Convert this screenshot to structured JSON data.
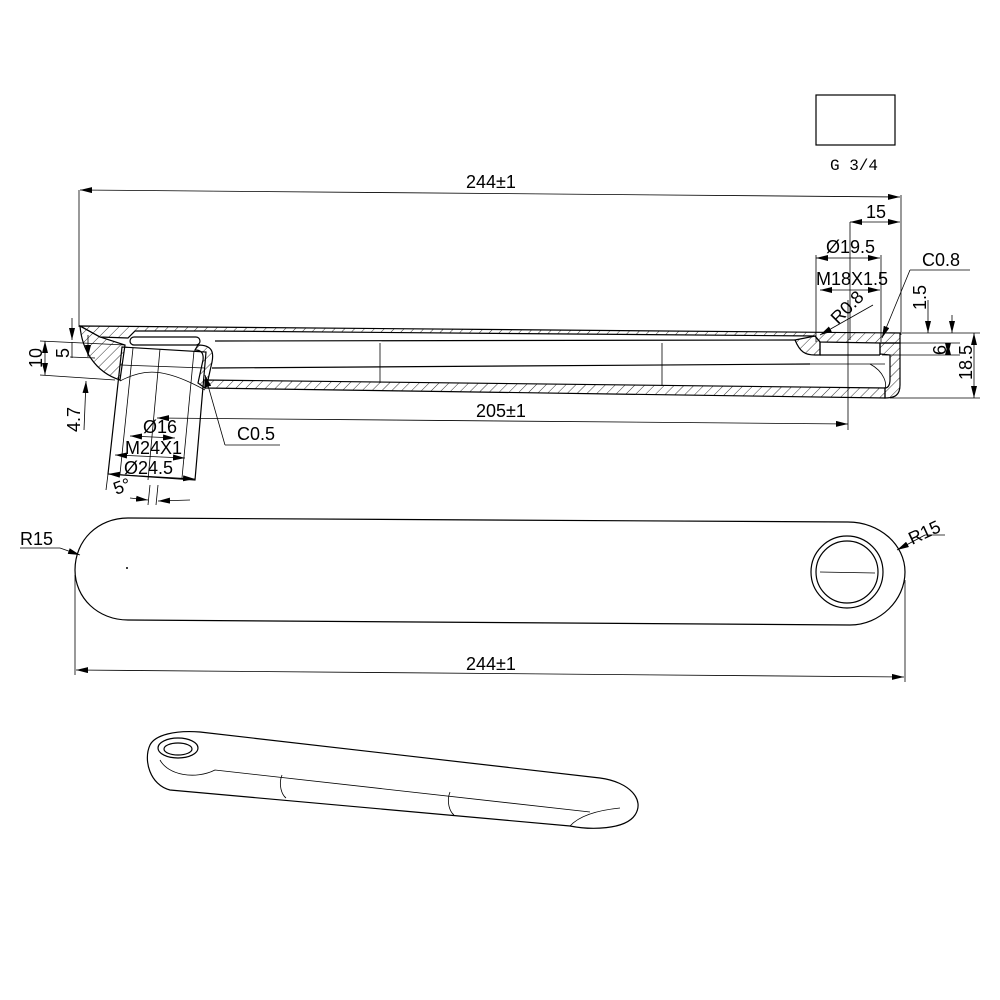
{
  "title_block": {
    "label": "G 3/4"
  },
  "section_view": {
    "overall_length": "244±1",
    "outlet_offset": "15",
    "outlet_diameter": "Ø19.5",
    "outlet_thread": "M18X1.5",
    "outlet_radius": "R0.8",
    "outlet_chamfer": "C0.8",
    "right_dim_1_5": "1.5",
    "right_dim_6": "6",
    "right_dim_18_5": "18.5",
    "left_dim_10": "10",
    "left_dim_5": "5",
    "left_dim_4_7": "4.7",
    "inlet_bore": "Ø16",
    "inlet_thread": "M24X1",
    "inlet_diameter": "Ø24.5",
    "inlet_angle": "5°",
    "inlet_chamfer": "C0.5",
    "center_distance": "205±1"
  },
  "plan_view": {
    "left_radius": "R15",
    "right_radius": "R15",
    "overall_length": "244±1"
  }
}
